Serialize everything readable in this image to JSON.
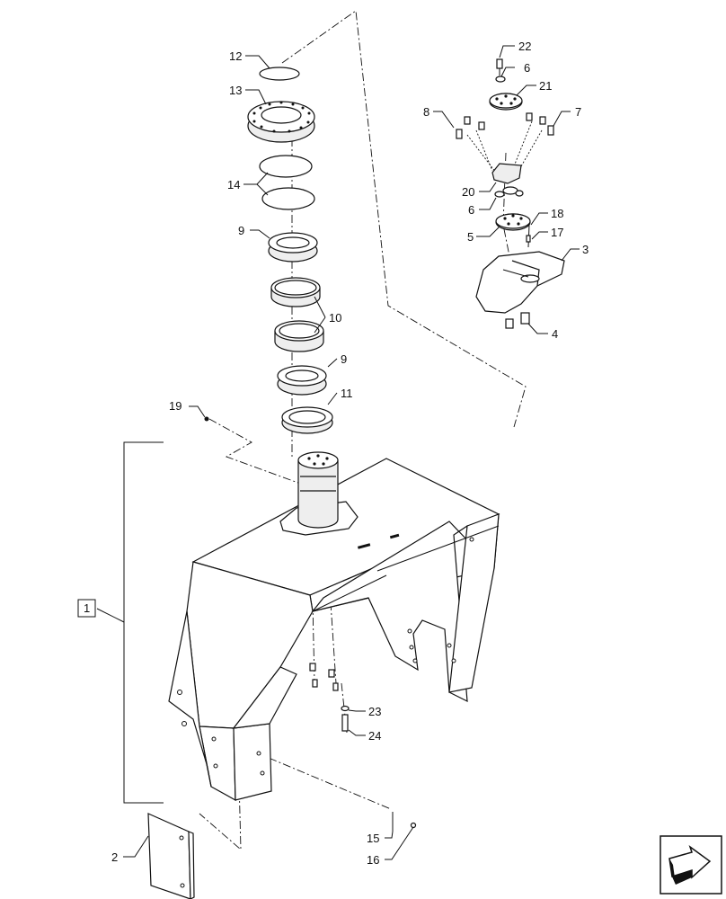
{
  "callouts": [
    {
      "id": "c12",
      "text": "12"
    },
    {
      "id": "c13",
      "text": "13"
    },
    {
      "id": "c14",
      "text": "14"
    },
    {
      "id": "c9a",
      "text": "9"
    },
    {
      "id": "c10",
      "text": "10"
    },
    {
      "id": "c9b",
      "text": "9"
    },
    {
      "id": "c11",
      "text": "11"
    },
    {
      "id": "c19",
      "text": "19"
    },
    {
      "id": "c1",
      "text": "1"
    },
    {
      "id": "c2",
      "text": "2"
    },
    {
      "id": "c22",
      "text": "22"
    },
    {
      "id": "c6a",
      "text": "6"
    },
    {
      "id": "c21",
      "text": "21"
    },
    {
      "id": "c8",
      "text": "8"
    },
    {
      "id": "c7",
      "text": "7"
    },
    {
      "id": "c20",
      "text": "20"
    },
    {
      "id": "c6b",
      "text": "6"
    },
    {
      "id": "c18",
      "text": "18"
    },
    {
      "id": "c5",
      "text": "5"
    },
    {
      "id": "c17",
      "text": "17"
    },
    {
      "id": "c3",
      "text": "3"
    },
    {
      "id": "c4",
      "text": "4"
    },
    {
      "id": "c23",
      "text": "23"
    },
    {
      "id": "c24",
      "text": "24"
    },
    {
      "id": "c15",
      "text": "15"
    },
    {
      "id": "c16",
      "text": "16"
    }
  ],
  "nav_icon": "next-page-arrow-icon"
}
